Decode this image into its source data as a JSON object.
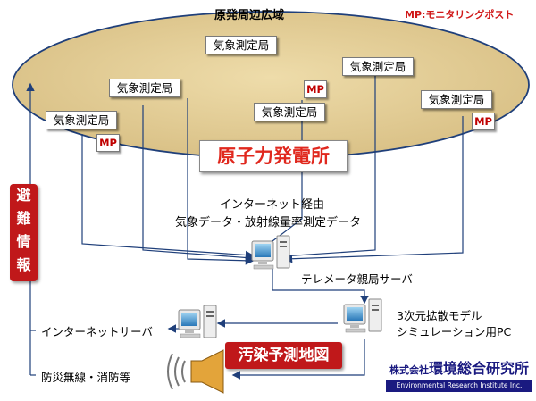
{
  "region_title": "原発周辺広域",
  "legend_note": "MP:モニタリングポスト",
  "plant_label": "原子力発電所",
  "weather_station_label": "気象測定局",
  "mp_label": "MP",
  "route_label_line1": "インターネット経由",
  "route_label_line2": "気象データ・放射線量率測定データ",
  "telemeter_label": "テレメータ親局サーバ",
  "sim_pc_line1": "3次元拡散モデル",
  "sim_pc_line2": "シミュレーション用PC",
  "internet_server_label": "インターネットサーバ",
  "broadcast_label": "防災無線・消防等",
  "evacuation_label": [
    "避",
    "難",
    "情",
    "報"
  ],
  "map_label": "汚染予測地図",
  "logo_jp_prefix": "株式会社",
  "logo_jp_name": "環境総合研究所",
  "logo_en": "Environmental Research Institute Inc.",
  "colors": {
    "ellipse_fill": "#dcc38a",
    "ellipse_stroke": "#1f3f7a",
    "line": "#1f3f7a",
    "accent_red": "#c0181a"
  }
}
